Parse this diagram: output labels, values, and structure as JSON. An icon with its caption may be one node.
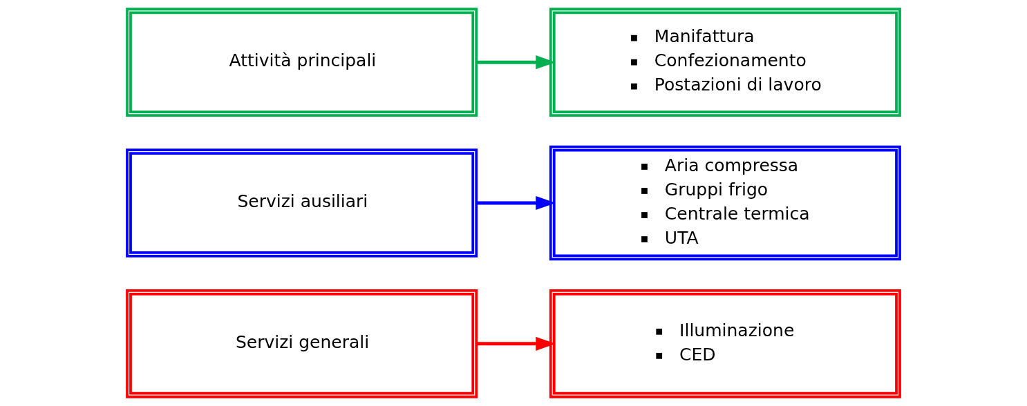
{
  "diagram": {
    "nodes": [
      {
        "text": [
          "Attività principali"
        ]
      },
      {
        "text": [
          "Manifattura",
          "Confezionamento",
          "Postazioni di lavoro"
        ]
      },
      {
        "text": [
          "Servizi ausiliari"
        ]
      },
      {
        "text": [
          "Aria compressa",
          "Gruppi frigo",
          "Centrale termica",
          "UTA"
        ]
      },
      {
        "text": [
          "Servizi generali"
        ]
      },
      {
        "text": [
          "Illuminazione",
          "CED"
        ]
      }
    ],
    "edges": [
      {
        "from": 0,
        "to": 1,
        "arrow": "to",
        "color": "#00b050"
      },
      {
        "from": 2,
        "to": 3,
        "arrow": "to",
        "color": "#0000ff"
      },
      {
        "from": 4,
        "to": 5,
        "arrow": "to",
        "color": "#ff0000"
      }
    ]
  }
}
